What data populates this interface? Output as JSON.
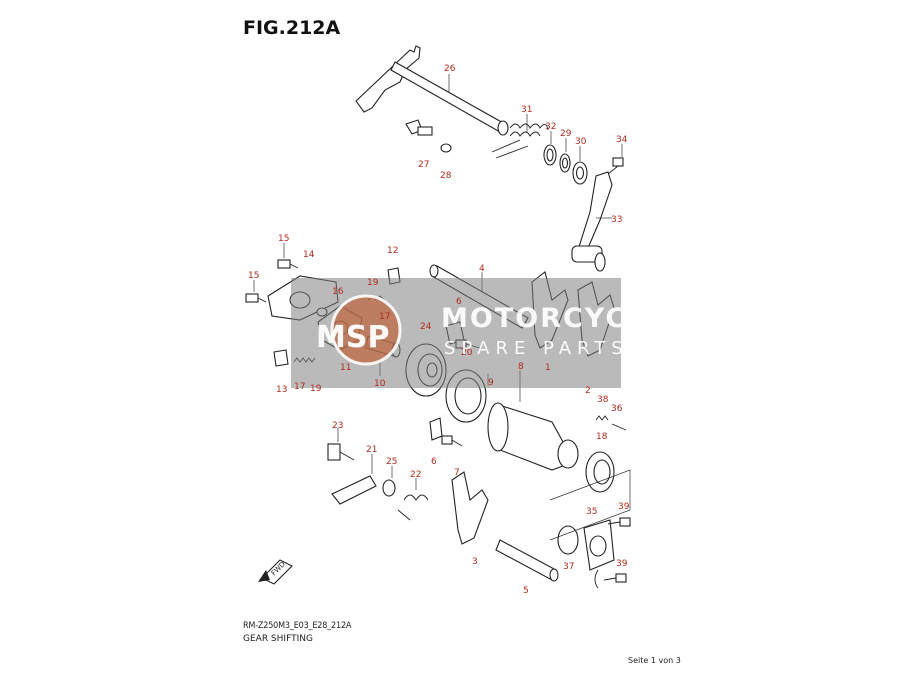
{
  "figure": {
    "title": "FIG.212A",
    "code": "RM-Z250M3_E03_E28_212A",
    "description": "GEAR SHIFTING",
    "page": "Seite 1 von 3"
  },
  "watermark": {
    "logo": "MSP",
    "line1": "MOTORCYCLE",
    "line2": "SPARE PARTS"
  },
  "fwd_label": "FWD",
  "callouts": {
    "c1": "1",
    "c2": "2",
    "c3": "3",
    "c4": "4",
    "c5": "5",
    "c6a": "6",
    "c6b": "6",
    "c7": "7",
    "c8": "8",
    "c9": "9",
    "c10": "10",
    "c11": "11",
    "c12": "12",
    "c13": "13",
    "c14": "14",
    "c15a": "15",
    "c15b": "15",
    "c16": "16",
    "c17a": "17",
    "c17b": "17",
    "c18": "18",
    "c19a": "19",
    "c19b": "19",
    "c20": "20",
    "c21": "21",
    "c22": "22",
    "c23": "23",
    "c24": "24",
    "c25": "25",
    "c26": "26",
    "c27": "27",
    "c28": "28",
    "c29": "29",
    "c30": "30",
    "c31": "31",
    "c32": "32",
    "c33": "33",
    "c34": "34",
    "c35": "35",
    "c36": "36",
    "c37": "37",
    "c38": "38",
    "c39a": "39",
    "c39b": "39"
  },
  "colors": {
    "callout": "#b22a1e",
    "line": "#222222",
    "watermark_band": "#8c8c8c"
  }
}
